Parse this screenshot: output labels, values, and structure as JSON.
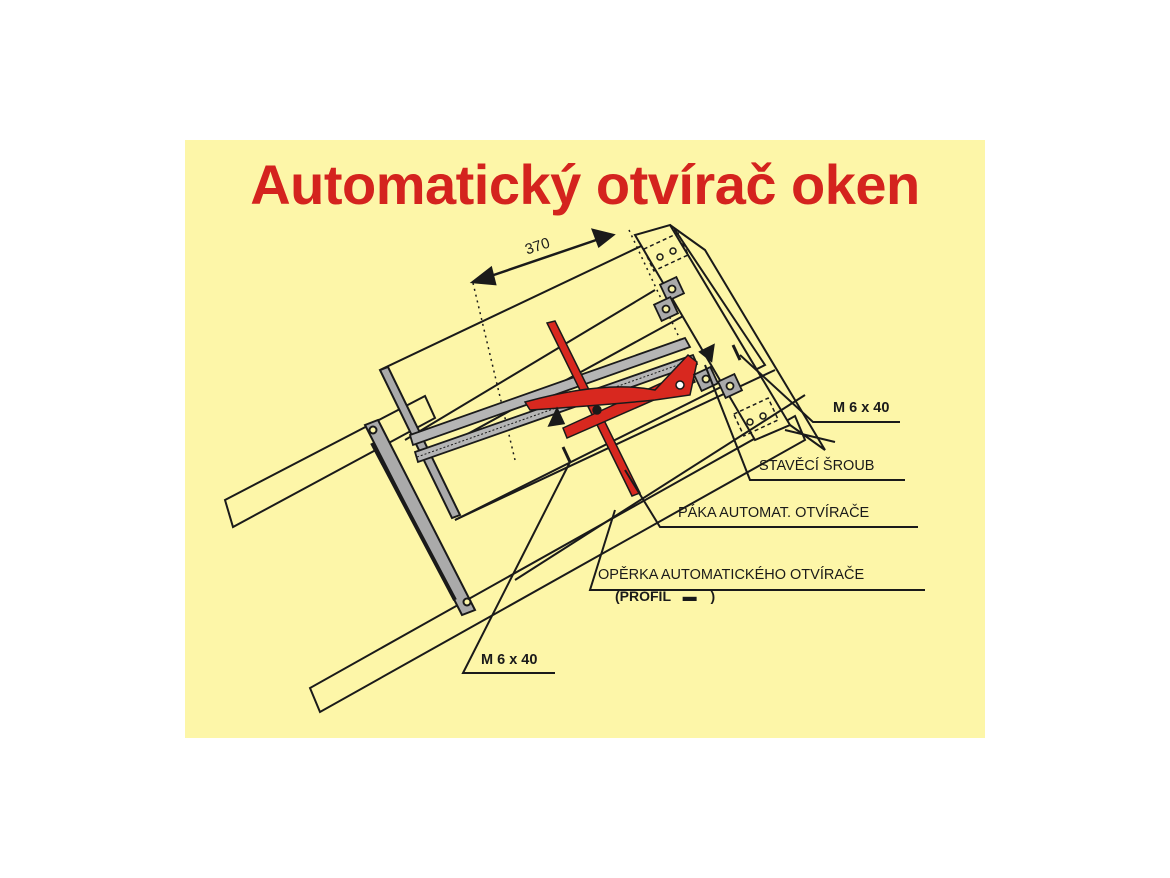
{
  "title": "Automatický otvírač oken",
  "colors": {
    "background": "#fdf6a8",
    "title": "#d4231e",
    "mechanism": "#d8281f",
    "rail": "#a9a9a9",
    "line": "#1a1a1a"
  },
  "dimension": {
    "value": "370"
  },
  "labels": {
    "screw_top": "M 6 x 40",
    "adjusting_screw": "STAVĚCÍ ŠROUB",
    "lever": "PÁKA AUTOMAT. OTVÍRAČE",
    "support": "OPĚRKA AUTOMATICKÉHO OTVÍRAČE",
    "profile_prefix": "(PROFIL",
    "profile_symbol": "▬",
    "profile_suffix": ")",
    "screw_bottom": "M 6 x 40"
  }
}
